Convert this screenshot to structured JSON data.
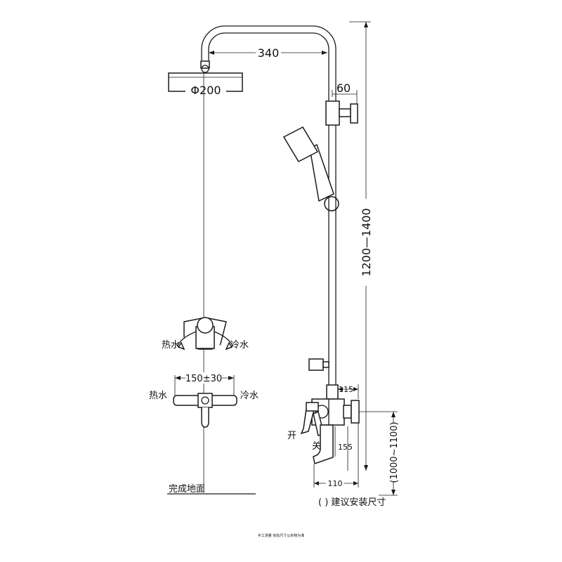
{
  "labels": {
    "arm_length": "340",
    "head_diameter": "Φ200",
    "bracket_offset": "60",
    "riser_height": "1200—1400",
    "top_hot": "热水",
    "top_cold": "冷水",
    "spacing": "150±30",
    "mid_hot": "热水",
    "mid_cold": "冷水",
    "floor": "完成地面",
    "valve_width": "115",
    "open": "开",
    "close": "关",
    "spout_drop": "155",
    "spout_length": "110",
    "install_height": "(1000~1100)",
    "note": "( ) 建议安装尺寸",
    "footer": "手工测量  实际尺寸以实物为准"
  }
}
